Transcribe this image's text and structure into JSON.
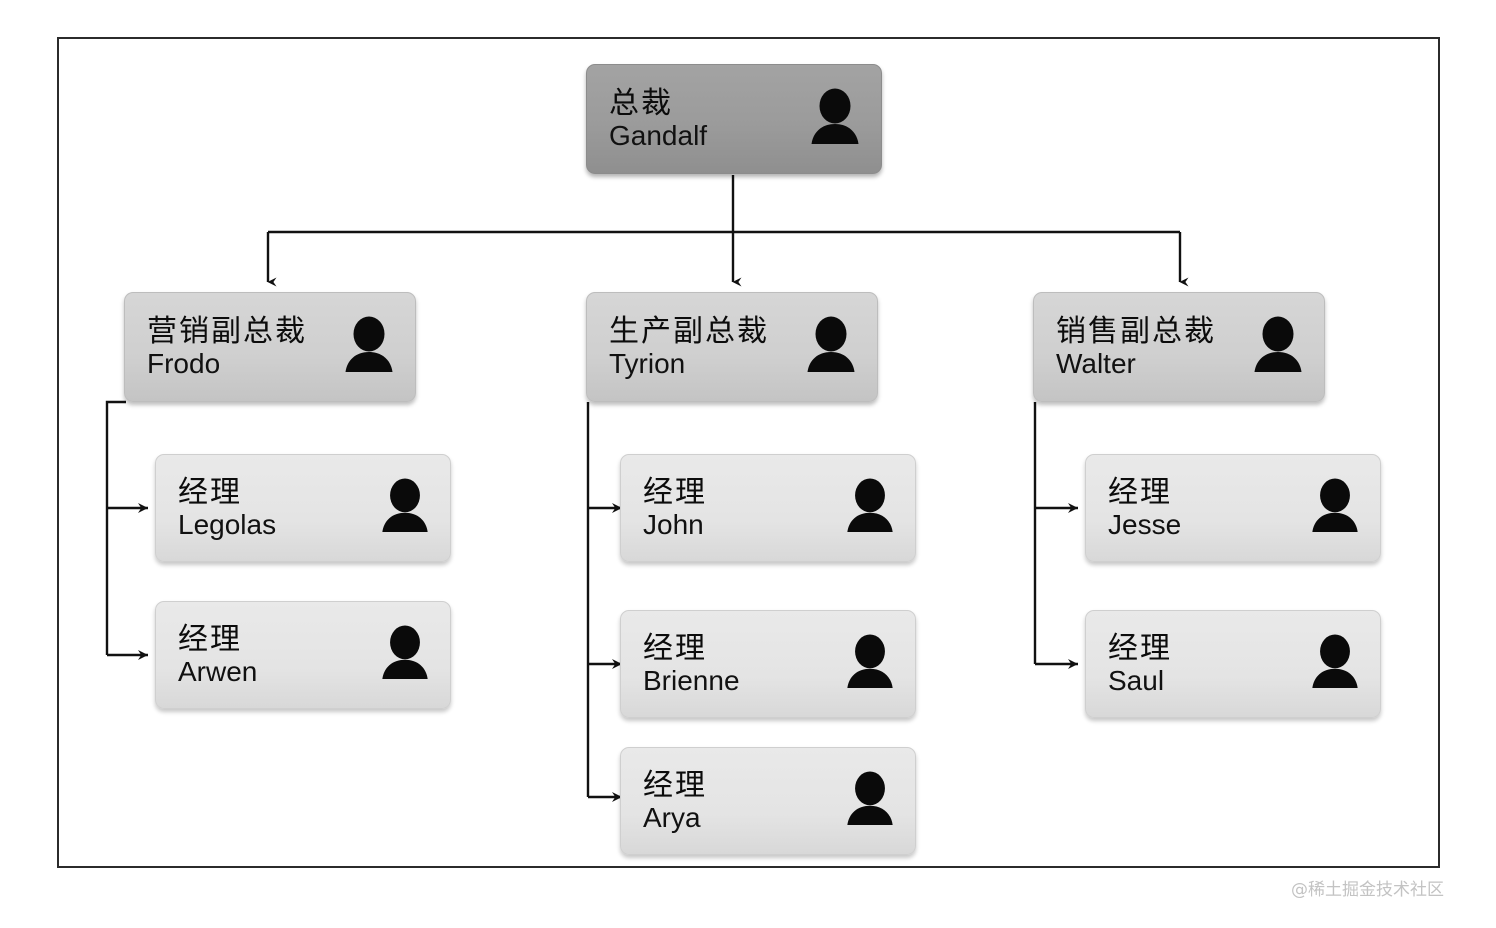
{
  "diagram": {
    "type": "org-chart",
    "title_label": "",
    "frame": {
      "border_color": "#2b2b2b",
      "background": "#ffffff"
    },
    "colors": {
      "root_fill": "#9b9b9b",
      "vp_fill": "#cfcfcf",
      "manager_fill": "#e4e4e4",
      "connector": "#111111",
      "watermark": "#c3c3c3"
    },
    "avatar_icon": "person-silhouette-icon",
    "levels": [
      "总裁",
      "副总裁",
      "经理"
    ],
    "nodes": {
      "root": {
        "title": "总裁",
        "person": "Gandalf",
        "level": "root"
      },
      "vp_marketing": {
        "title": "营销副总裁",
        "person": "Frodo",
        "level": "vp"
      },
      "vp_production": {
        "title": "生产副总裁",
        "person": "Tyrion",
        "level": "vp"
      },
      "vp_sales": {
        "title": "销售副总裁",
        "person": "Walter",
        "level": "vp"
      },
      "mgr_legolas": {
        "title": "经理",
        "person": "Legolas",
        "level": "manager"
      },
      "mgr_arwen": {
        "title": "经理",
        "person": "Arwen",
        "level": "manager"
      },
      "mgr_john": {
        "title": "经理",
        "person": "John",
        "level": "manager"
      },
      "mgr_brienne": {
        "title": "经理",
        "person": "Brienne",
        "level": "manager"
      },
      "mgr_arya": {
        "title": "经理",
        "person": "Arya",
        "level": "manager"
      },
      "mgr_jesse": {
        "title": "经理",
        "person": "Jesse",
        "level": "manager"
      },
      "mgr_saul": {
        "title": "经理",
        "person": "Saul",
        "level": "manager"
      }
    },
    "edges": [
      {
        "from": "root",
        "to": "vp_marketing"
      },
      {
        "from": "root",
        "to": "vp_production"
      },
      {
        "from": "root",
        "to": "vp_sales"
      },
      {
        "from": "vp_marketing",
        "to": "mgr_legolas"
      },
      {
        "from": "vp_marketing",
        "to": "mgr_arwen"
      },
      {
        "from": "vp_production",
        "to": "mgr_john"
      },
      {
        "from": "vp_production",
        "to": "mgr_brienne"
      },
      {
        "from": "vp_production",
        "to": "mgr_arya"
      },
      {
        "from": "vp_sales",
        "to": "mgr_jesse"
      },
      {
        "from": "vp_sales",
        "to": "mgr_saul"
      }
    ],
    "watermark": "@稀土掘金技术社区"
  }
}
